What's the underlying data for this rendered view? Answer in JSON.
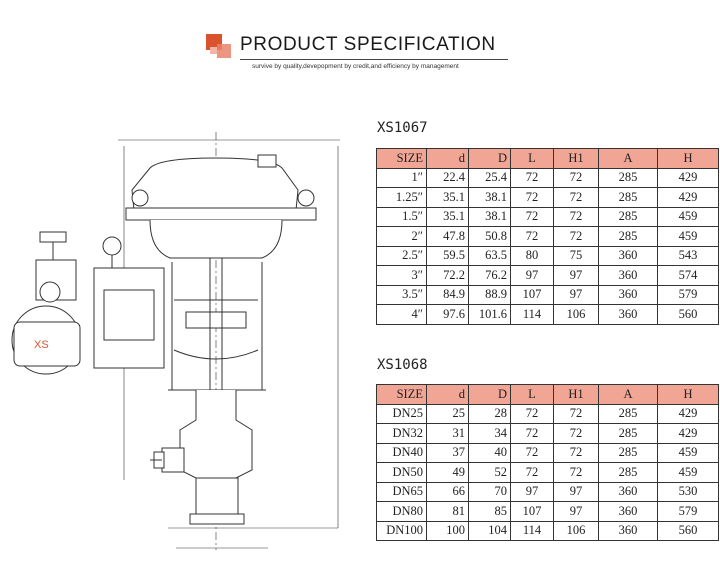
{
  "header": {
    "title": "PRODUCT SPECIFICATION",
    "tagline": "survive by quality,devepopment by credit,and efficiency by management"
  },
  "drawing": {
    "actuator_logo": "XS"
  },
  "colors": {
    "table_header_bg": "#f1a695",
    "logo_red": "#d9532f"
  },
  "tables": [
    {
      "model": "XS1067",
      "headers": [
        "SIZE",
        "d",
        "D",
        "L",
        "H1",
        "A",
        "H"
      ],
      "rows": [
        [
          "1″",
          "22.4",
          "25.4",
          "72",
          "72",
          "285",
          "429"
        ],
        [
          "1.25″",
          "35.1",
          "38.1",
          "72",
          "72",
          "285",
          "429"
        ],
        [
          "1.5″",
          "35.1",
          "38.1",
          "72",
          "72",
          "285",
          "459"
        ],
        [
          "2″",
          "47.8",
          "50.8",
          "72",
          "72",
          "285",
          "459"
        ],
        [
          "2.5″",
          "59.5",
          "63.5",
          "80",
          "75",
          "360",
          "543"
        ],
        [
          "3″",
          "72.2",
          "76.2",
          "97",
          "97",
          "360",
          "574"
        ],
        [
          "3.5″",
          "84.9",
          "88.9",
          "107",
          "97",
          "360",
          "579"
        ],
        [
          "4″",
          "97.6",
          "101.6",
          "114",
          "106",
          "360",
          "560"
        ]
      ]
    },
    {
      "model": "XS1068",
      "headers": [
        "SIZE",
        "d",
        "D",
        "L",
        "H1",
        "A",
        "H"
      ],
      "rows": [
        [
          "DN25",
          "25",
          "28",
          "72",
          "72",
          "285",
          "429"
        ],
        [
          "DN32",
          "31",
          "34",
          "72",
          "72",
          "285",
          "429"
        ],
        [
          "DN40",
          "37",
          "40",
          "72",
          "72",
          "285",
          "459"
        ],
        [
          "DN50",
          "49",
          "52",
          "72",
          "72",
          "285",
          "459"
        ],
        [
          "DN65",
          "66",
          "70",
          "97",
          "97",
          "360",
          "530"
        ],
        [
          "DN80",
          "81",
          "85",
          "107",
          "97",
          "360",
          "579"
        ],
        [
          "DN100",
          "100",
          "104",
          "114",
          "106",
          "360",
          "560"
        ]
      ]
    }
  ]
}
